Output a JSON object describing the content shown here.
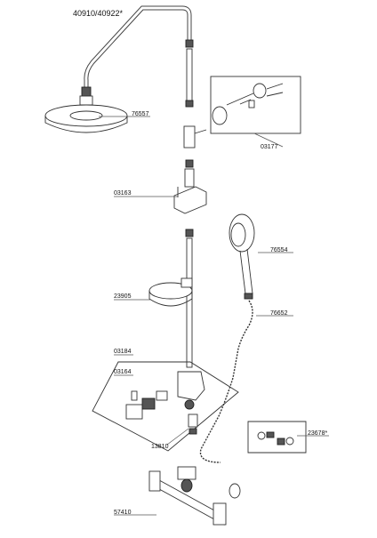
{
  "diagram": {
    "title": "40910/40922*",
    "labels": {
      "head_shower": "76557",
      "wall_bracket": "03177",
      "slider": "03163",
      "hand_shower": "76554",
      "soap_dish": "23905",
      "hose": "76652",
      "diverter": "03184",
      "handle": "03164",
      "nut": "13810",
      "connections": "23678*",
      "thermostat": "57410"
    }
  }
}
